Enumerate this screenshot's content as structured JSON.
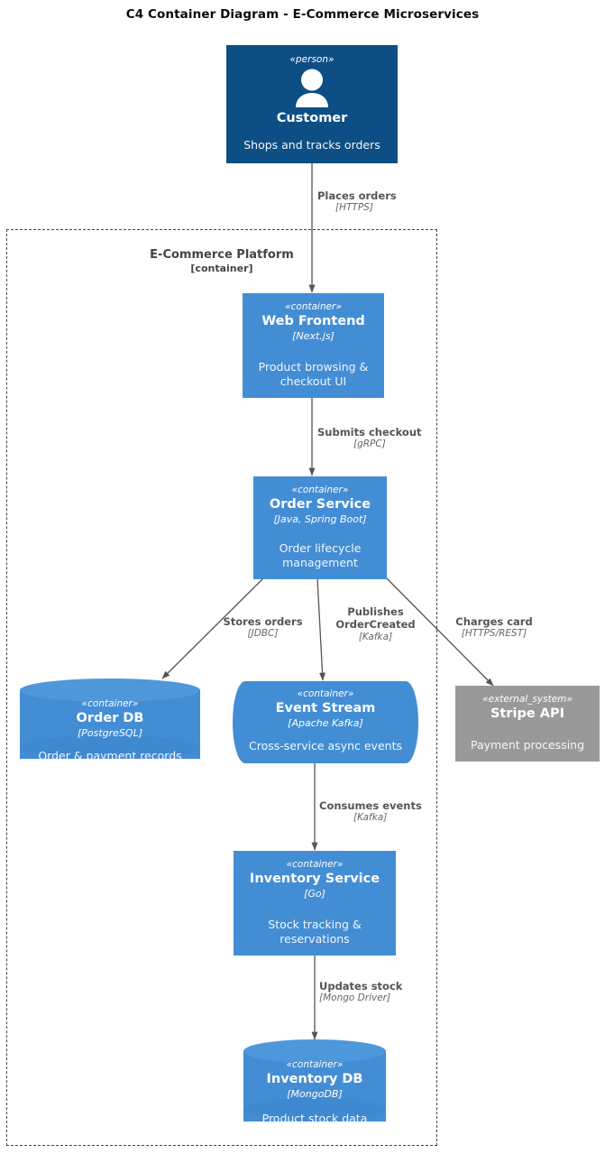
{
  "title": "C4 Container Diagram - E-Commerce Microservices",
  "boundary": {
    "name": "E-Commerce Platform",
    "type": "[container]"
  },
  "nodes": {
    "customer": {
      "stereotype": "«person»",
      "name": "Customer",
      "description": "Shops and tracks orders",
      "icon": "person-icon",
      "color": "#0d4e84",
      "shape": "person"
    },
    "web_frontend": {
      "stereotype": "«container»",
      "name": "Web Frontend",
      "tech": "[Next.js]",
      "description": "Product browsing & checkout UI",
      "color": "#438dd5",
      "shape": "rectangle"
    },
    "order_service": {
      "stereotype": "«container»",
      "name": "Order Service",
      "tech": "[Java, Spring Boot]",
      "description": "Order lifecycle management",
      "color": "#438dd5",
      "shape": "rectangle"
    },
    "order_db": {
      "stereotype": "«container»",
      "name": "Order DB",
      "tech": "[PostgreSQL]",
      "description": "Order & payment records",
      "color": "#438dd5",
      "shape": "database"
    },
    "event_stream": {
      "stereotype": "«container»",
      "name": "Event Stream",
      "tech": "[Apache Kafka]",
      "description": "Cross-service async events",
      "color": "#438dd5",
      "shape": "queue"
    },
    "stripe_api": {
      "stereotype": "«external_system»",
      "name": "Stripe API",
      "description": "Payment processing",
      "color": "#999999",
      "shape": "rectangle"
    },
    "inventory_service": {
      "stereotype": "«container»",
      "name": "Inventory Service",
      "tech": "[Go]",
      "description": "Stock tracking & reservations",
      "color": "#438dd5",
      "shape": "rectangle"
    },
    "inventory_db": {
      "stereotype": "«container»",
      "name": "Inventory DB",
      "tech": "[MongoDB]",
      "description": "Product stock data",
      "color": "#438dd5",
      "shape": "database"
    }
  },
  "edges": [
    {
      "id": "places-orders",
      "from": "customer",
      "to": "web_frontend",
      "label": "Places orders",
      "tech": "[HTTPS]"
    },
    {
      "id": "submits-checkout",
      "from": "web_frontend",
      "to": "order_service",
      "label": "Submits checkout",
      "tech": "[gRPC]"
    },
    {
      "id": "stores-orders",
      "from": "order_service",
      "to": "order_db",
      "label": "Stores orders",
      "tech": "[JDBC]"
    },
    {
      "id": "publishes-ordercreated",
      "from": "order_service",
      "to": "event_stream",
      "label": "Publishes OrderCreated",
      "tech": "[Kafka]"
    },
    {
      "id": "charges-card",
      "from": "order_service",
      "to": "stripe_api",
      "label": "Charges card",
      "tech": "[HTTPS/REST]"
    },
    {
      "id": "consumes-events",
      "from": "event_stream",
      "to": "inventory_service",
      "label": "Consumes events",
      "tech": "[Kafka]"
    },
    {
      "id": "updates-stock",
      "from": "inventory_service",
      "to": "inventory_db",
      "label": "Updates stock",
      "tech": "[Mongo Driver]"
    }
  ],
  "palette": {
    "person": "#0d4e84",
    "container": "#438dd5",
    "external": "#999999",
    "edge": "#555555",
    "boundary": "#444444",
    "background": "#ffffff"
  }
}
